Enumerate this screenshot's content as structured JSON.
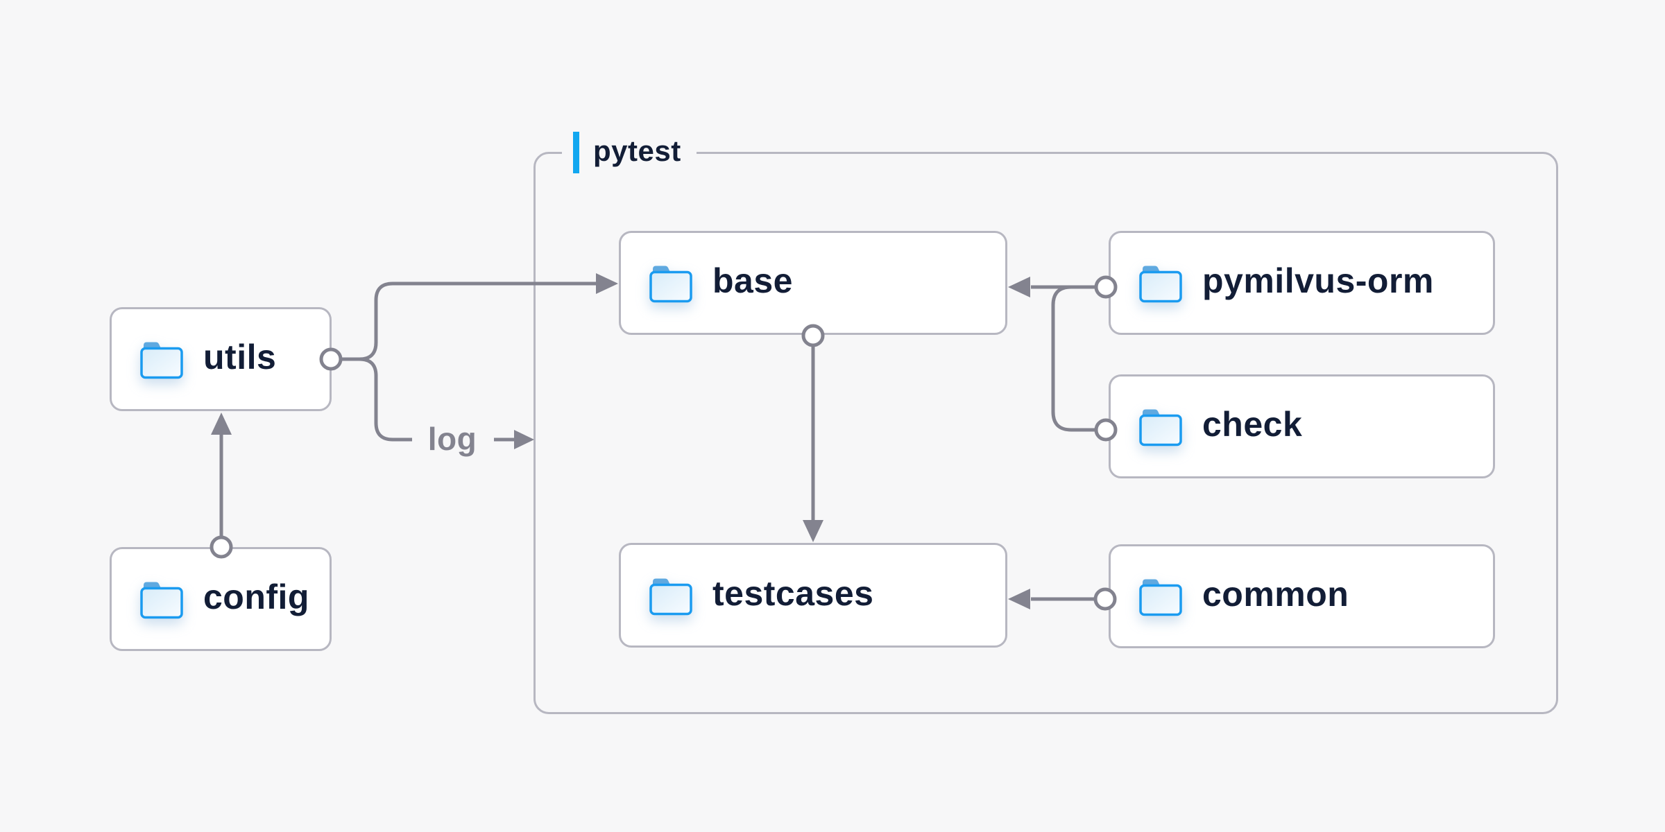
{
  "diagram": {
    "group": {
      "label": "pytest",
      "accent_color": "#12a7f0"
    },
    "nodes": {
      "utils": {
        "label": "utils",
        "icon": "folder-icon"
      },
      "config": {
        "label": "config",
        "icon": "folder-icon"
      },
      "base": {
        "label": "base",
        "icon": "folder-icon"
      },
      "pymilvus_orm": {
        "label": "pymilvus-orm",
        "icon": "folder-icon"
      },
      "check": {
        "label": "check",
        "icon": "folder-icon"
      },
      "testcases": {
        "label": "testcases",
        "icon": "folder-icon"
      },
      "common": {
        "label": "common",
        "icon": "folder-icon"
      }
    },
    "edges": [
      {
        "from": "config",
        "to": "utils",
        "style": "circle-to-arrow"
      },
      {
        "from": "utils",
        "to": "base",
        "style": "circle-to-arrow"
      },
      {
        "from": "utils",
        "to": "pytest-group",
        "style": "circle-to-arrow",
        "label": "log"
      },
      {
        "from": "pymilvus-orm",
        "to": "base",
        "style": "circle-to-arrow"
      },
      {
        "from": "check",
        "to": "base",
        "style": "circle-to-arrow"
      },
      {
        "from": "base",
        "to": "testcases",
        "style": "circle-to-arrow"
      },
      {
        "from": "common",
        "to": "testcases",
        "style": "circle-to-arrow"
      }
    ],
    "edge_label": "log",
    "colors": {
      "background": "#f7f7f8",
      "node_fill": "#ffffff",
      "node_border": "#b7b7c1",
      "connector": "#83838f",
      "text": "#121d36",
      "accent_blue": "#12a7f0",
      "folder_outline": "#1a9bf0",
      "folder_tab": "#5fa9e0",
      "muted_label": "#83838f"
    }
  }
}
